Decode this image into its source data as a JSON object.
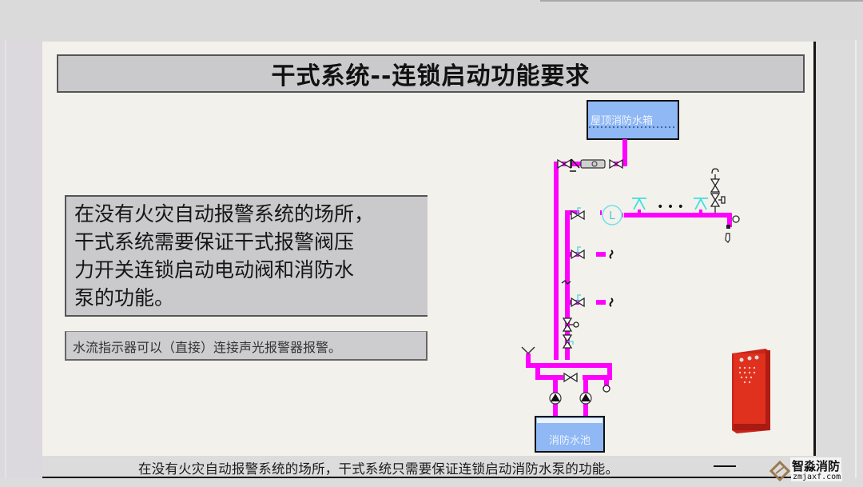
{
  "slide": {
    "title": "干式系统--连锁启动功能要求",
    "main_text": [
      "在没有火灾自动报警系统的场所，",
      "干式系统需要保证干式报警阀压",
      "力开关连锁启动电动阀和消防水",
      "泵的功能。"
    ],
    "sub_text": "水流指示器可以（直接）连接声光报警器报警。"
  },
  "diagram": {
    "roof_tank_label": "屋顶消防水箱",
    "pool_label": "消防水池",
    "flow_indicator_symbol": "L",
    "sprinkler_dots": "• • •",
    "pipe_color": "#ff00ff",
    "tank_color": "#8fb8f5",
    "accent_cyan": "#40e0e0",
    "cabinet_color": "#e0301e"
  },
  "caption": {
    "text": "在没有火灾自动报警系统的场所，干式系统只需要保证连锁启动消防水泵的功能。"
  },
  "watermark": {
    "name": "智淼消防",
    "url": "zmjaxf.com"
  }
}
